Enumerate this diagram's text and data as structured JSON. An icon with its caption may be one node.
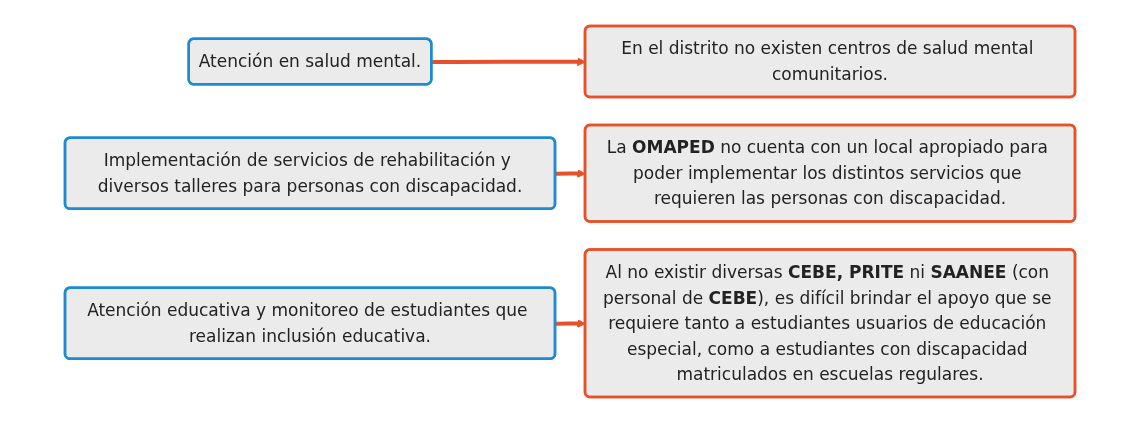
{
  "diagram": {
    "nodes": [
      {
        "text": [
          "Atención en salud mental."
        ]
      },
      {
        "text": [
          "En el distrito no existen centros de salud mental comunitarios."
        ]
      },
      {
        "text": [
          "Implementación de servicios de rehabilitación y diversos talleres para personas con discapacidad."
        ]
      },
      {
        "text": [
          "La **OMAPED** no cuenta con un local apropiado para poder implementar los distintos servicios que requieren las personas con discapacidad."
        ]
      },
      {
        "text": [
          "Atención educativa y monitoreo de estudiantes que realizan inclusión educativa."
        ]
      },
      {
        "text": [
          "Al no existir diversas **CEBE, PRITE** ni **SAANEE** (con personal de **CEBE**), es difícil brindar el apoyo que se requiere tanto a estudiantes usuarios de educación especial, como a estudiantes con discapacidad matriculados en escuelas regulares."
        ]
      }
    ],
    "edges": [
      {
        "from": 0,
        "to": 1,
        "arrow": "to"
      },
      {
        "from": 2,
        "to": 3,
        "arrow": "to"
      },
      {
        "from": 4,
        "to": 5,
        "arrow": "to"
      }
    ]
  }
}
